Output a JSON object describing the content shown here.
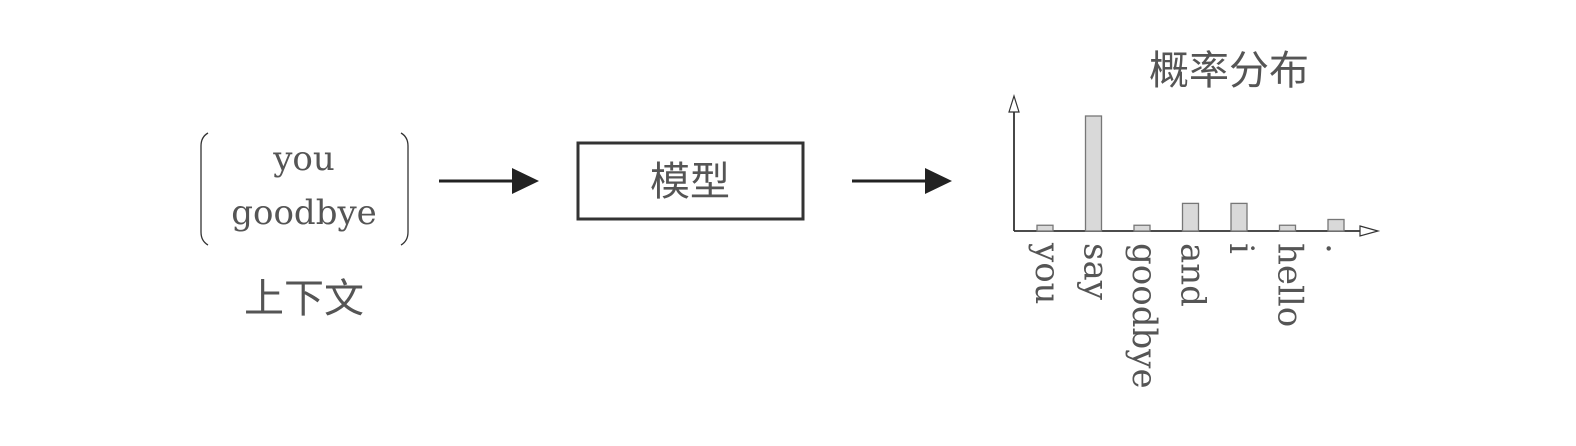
{
  "context": {
    "words": [
      "you",
      "goodbye"
    ],
    "label": "上下文"
  },
  "model": {
    "label": "模型"
  },
  "chart_data": {
    "type": "bar",
    "title": "概率分布",
    "categories": [
      "you",
      "say",
      "goodbye",
      "and",
      "i",
      "hello",
      "."
    ],
    "values": [
      0.05,
      1.0,
      0.05,
      0.24,
      0.24,
      0.05,
      0.1
    ],
    "bar_fill": "#d9d9d9",
    "bar_stroke": "#777777",
    "grid": false
  },
  "colors": {
    "text": "#555555",
    "stroke": "#333333"
  }
}
